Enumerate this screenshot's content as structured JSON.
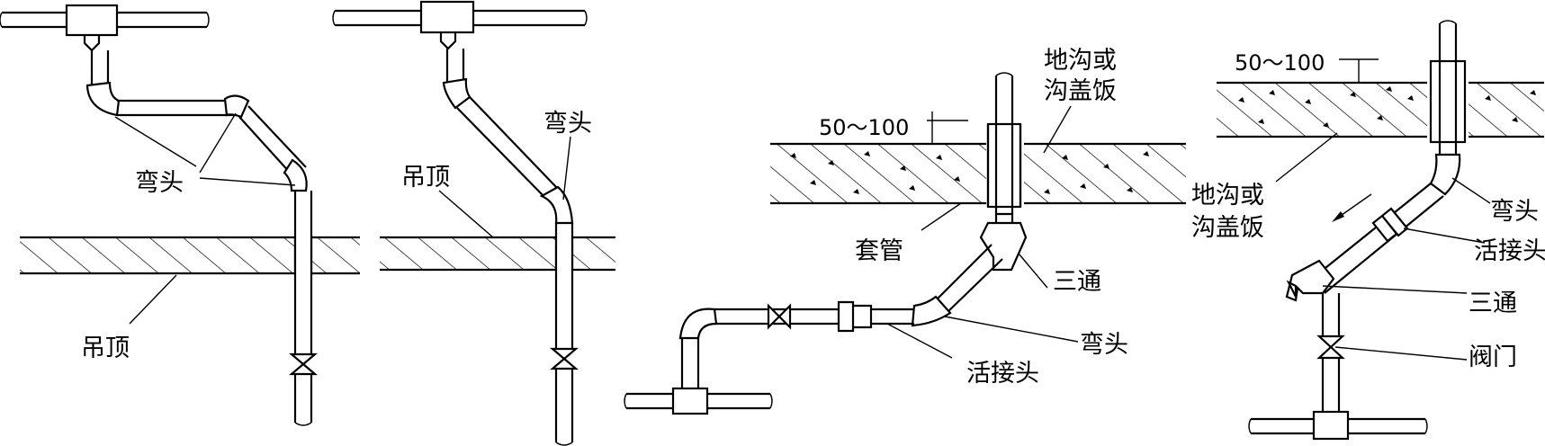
{
  "diagram1": {
    "elbow_label": "弯头",
    "ceiling_label": "吊顶"
  },
  "diagram2": {
    "elbow_label": "弯头",
    "ceiling_label": "吊顶"
  },
  "diagram3": {
    "trench_label_line1": "地沟或",
    "trench_label_line2": "沟盖饭",
    "dimension_label": "50～100",
    "sleeve_label": "套管",
    "tee_label": "三通",
    "elbow_label": "弯头",
    "union_label": "活接头"
  },
  "diagram4": {
    "dimension_label": "50～100",
    "trench_label_line1": "地沟或",
    "trench_label_line2": "沟盖饭",
    "elbow_label": "弯头",
    "union_label": "活接头",
    "tee_label": "三通",
    "valve_label": "阀门"
  },
  "colors": {
    "ink": "#000000",
    "background": "#ffffff"
  }
}
